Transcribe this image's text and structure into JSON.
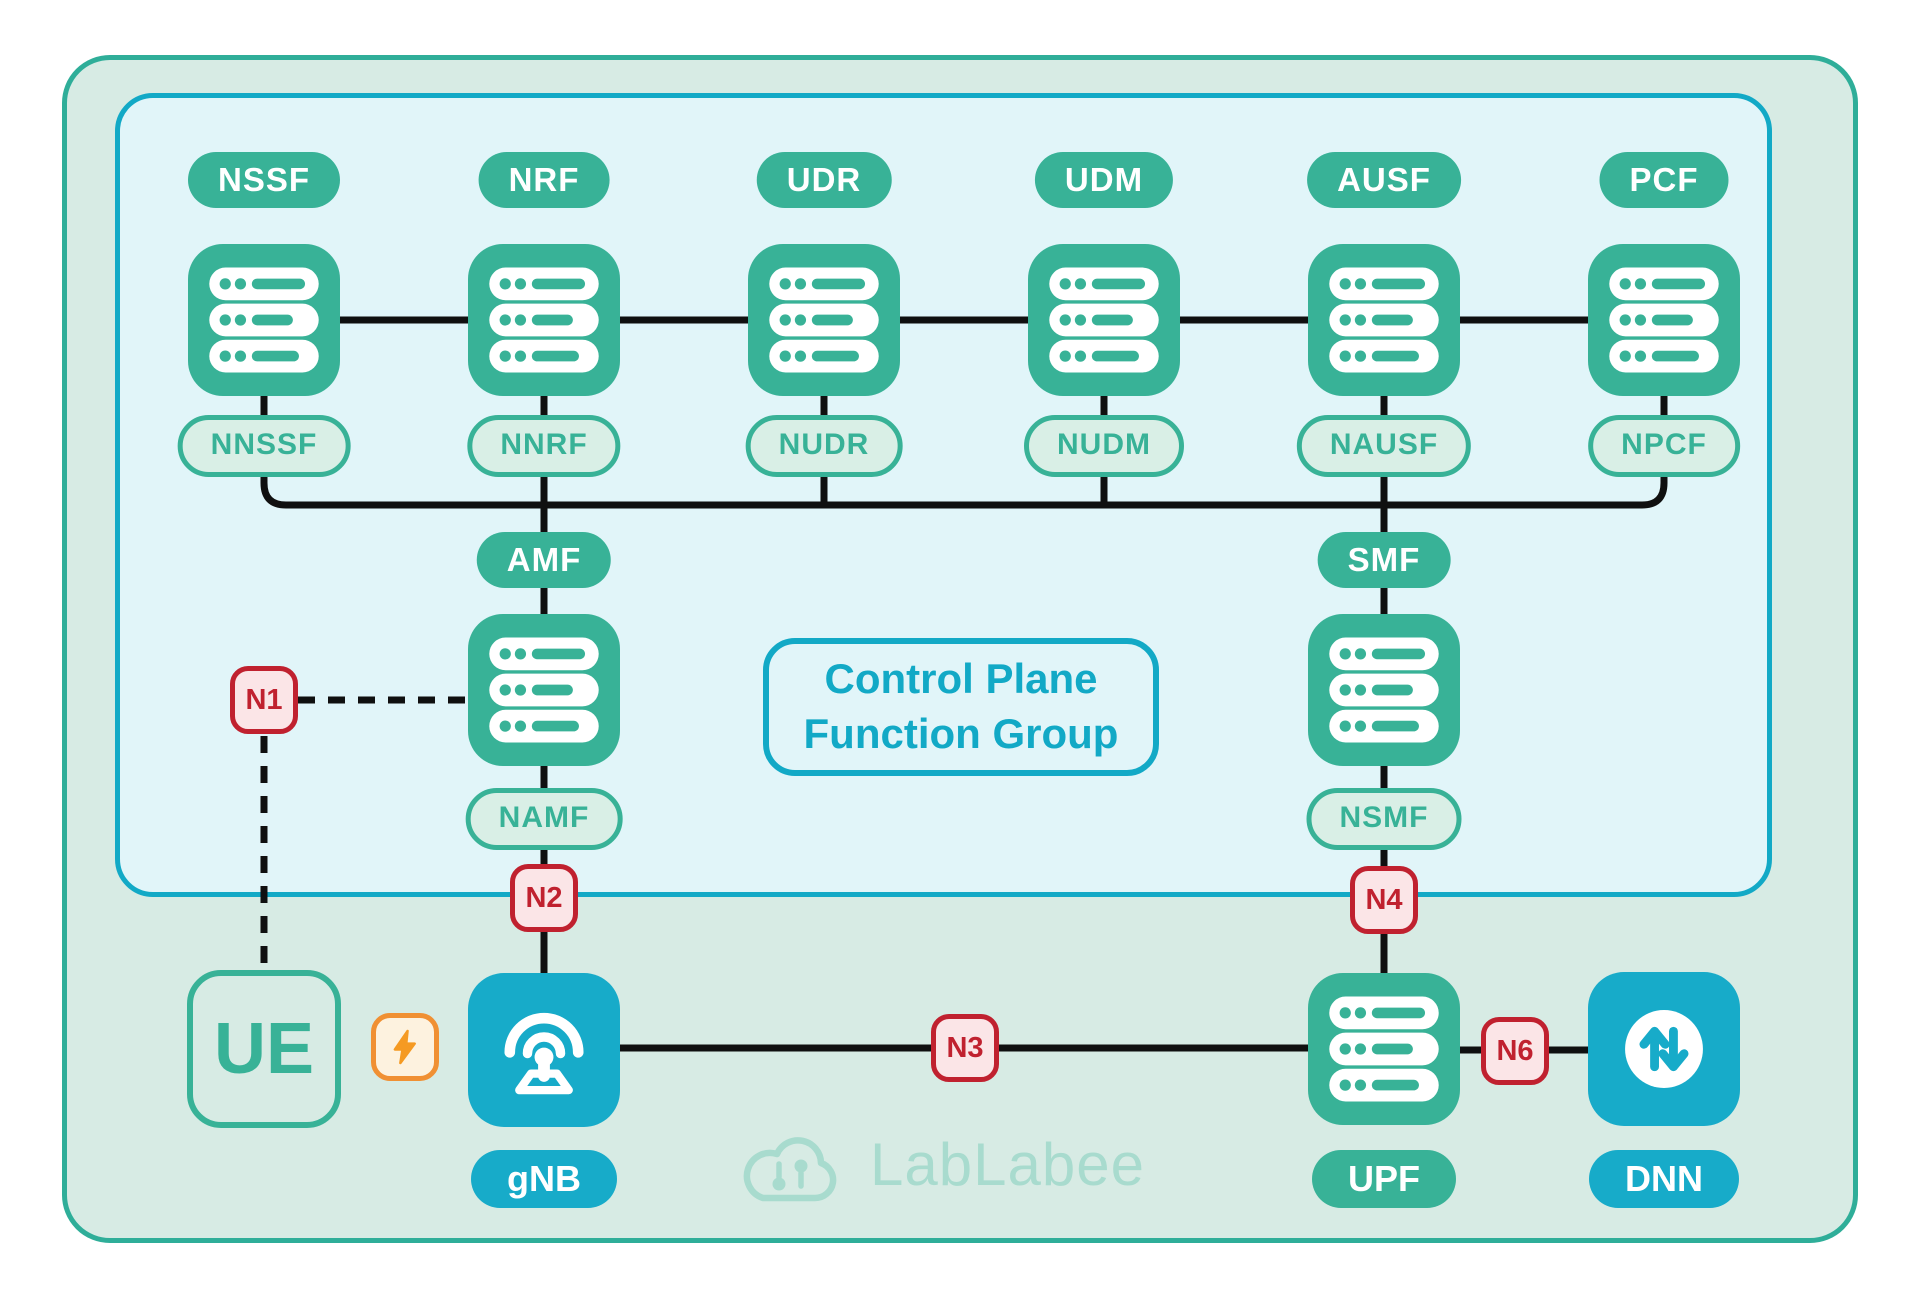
{
  "control_plane": {
    "line1": "Control Plane",
    "line2": "Function Group"
  },
  "nf_columns": [
    {
      "label": "NSSF",
      "interface": "NNSSF"
    },
    {
      "label": "NRF",
      "interface": "NNRF"
    },
    {
      "label": "UDR",
      "interface": "NUDR"
    },
    {
      "label": "UDM",
      "interface": "NUDM"
    },
    {
      "label": "AUSF",
      "interface": "NAUSF"
    },
    {
      "label": "PCF",
      "interface": "NPCF"
    }
  ],
  "amf": {
    "label": "AMF",
    "interface": "NAMF"
  },
  "smf": {
    "label": "SMF",
    "interface": "NSMF"
  },
  "reference_points": {
    "n1": "N1",
    "n2": "N2",
    "n3": "N3",
    "n4": "N4",
    "n6": "N6"
  },
  "access": {
    "ue": "UE",
    "gnb": "gNB",
    "upf": "UPF",
    "dnn": "DNN"
  },
  "logo": {
    "text": "LabLabee"
  },
  "icons": {
    "server": "server-icon",
    "gnb": "radio-antenna-icon",
    "dnn": "up-down-arrows-icon",
    "bolt": "lightning-icon",
    "logo": "cloud-circuit-icon"
  },
  "colors": {
    "teal": "#38b297",
    "cyan": "#17abc9",
    "inner_border": "#12a9c6",
    "red": "#c0212f",
    "red_bg": "#fbe5e7",
    "orange": "#f09033",
    "orange_bg": "#fdf2df",
    "inner_bg": "#e1f5f9",
    "outer_bg": "#d7ebe4",
    "watermark": "#a8dbce",
    "line": "#101010"
  }
}
